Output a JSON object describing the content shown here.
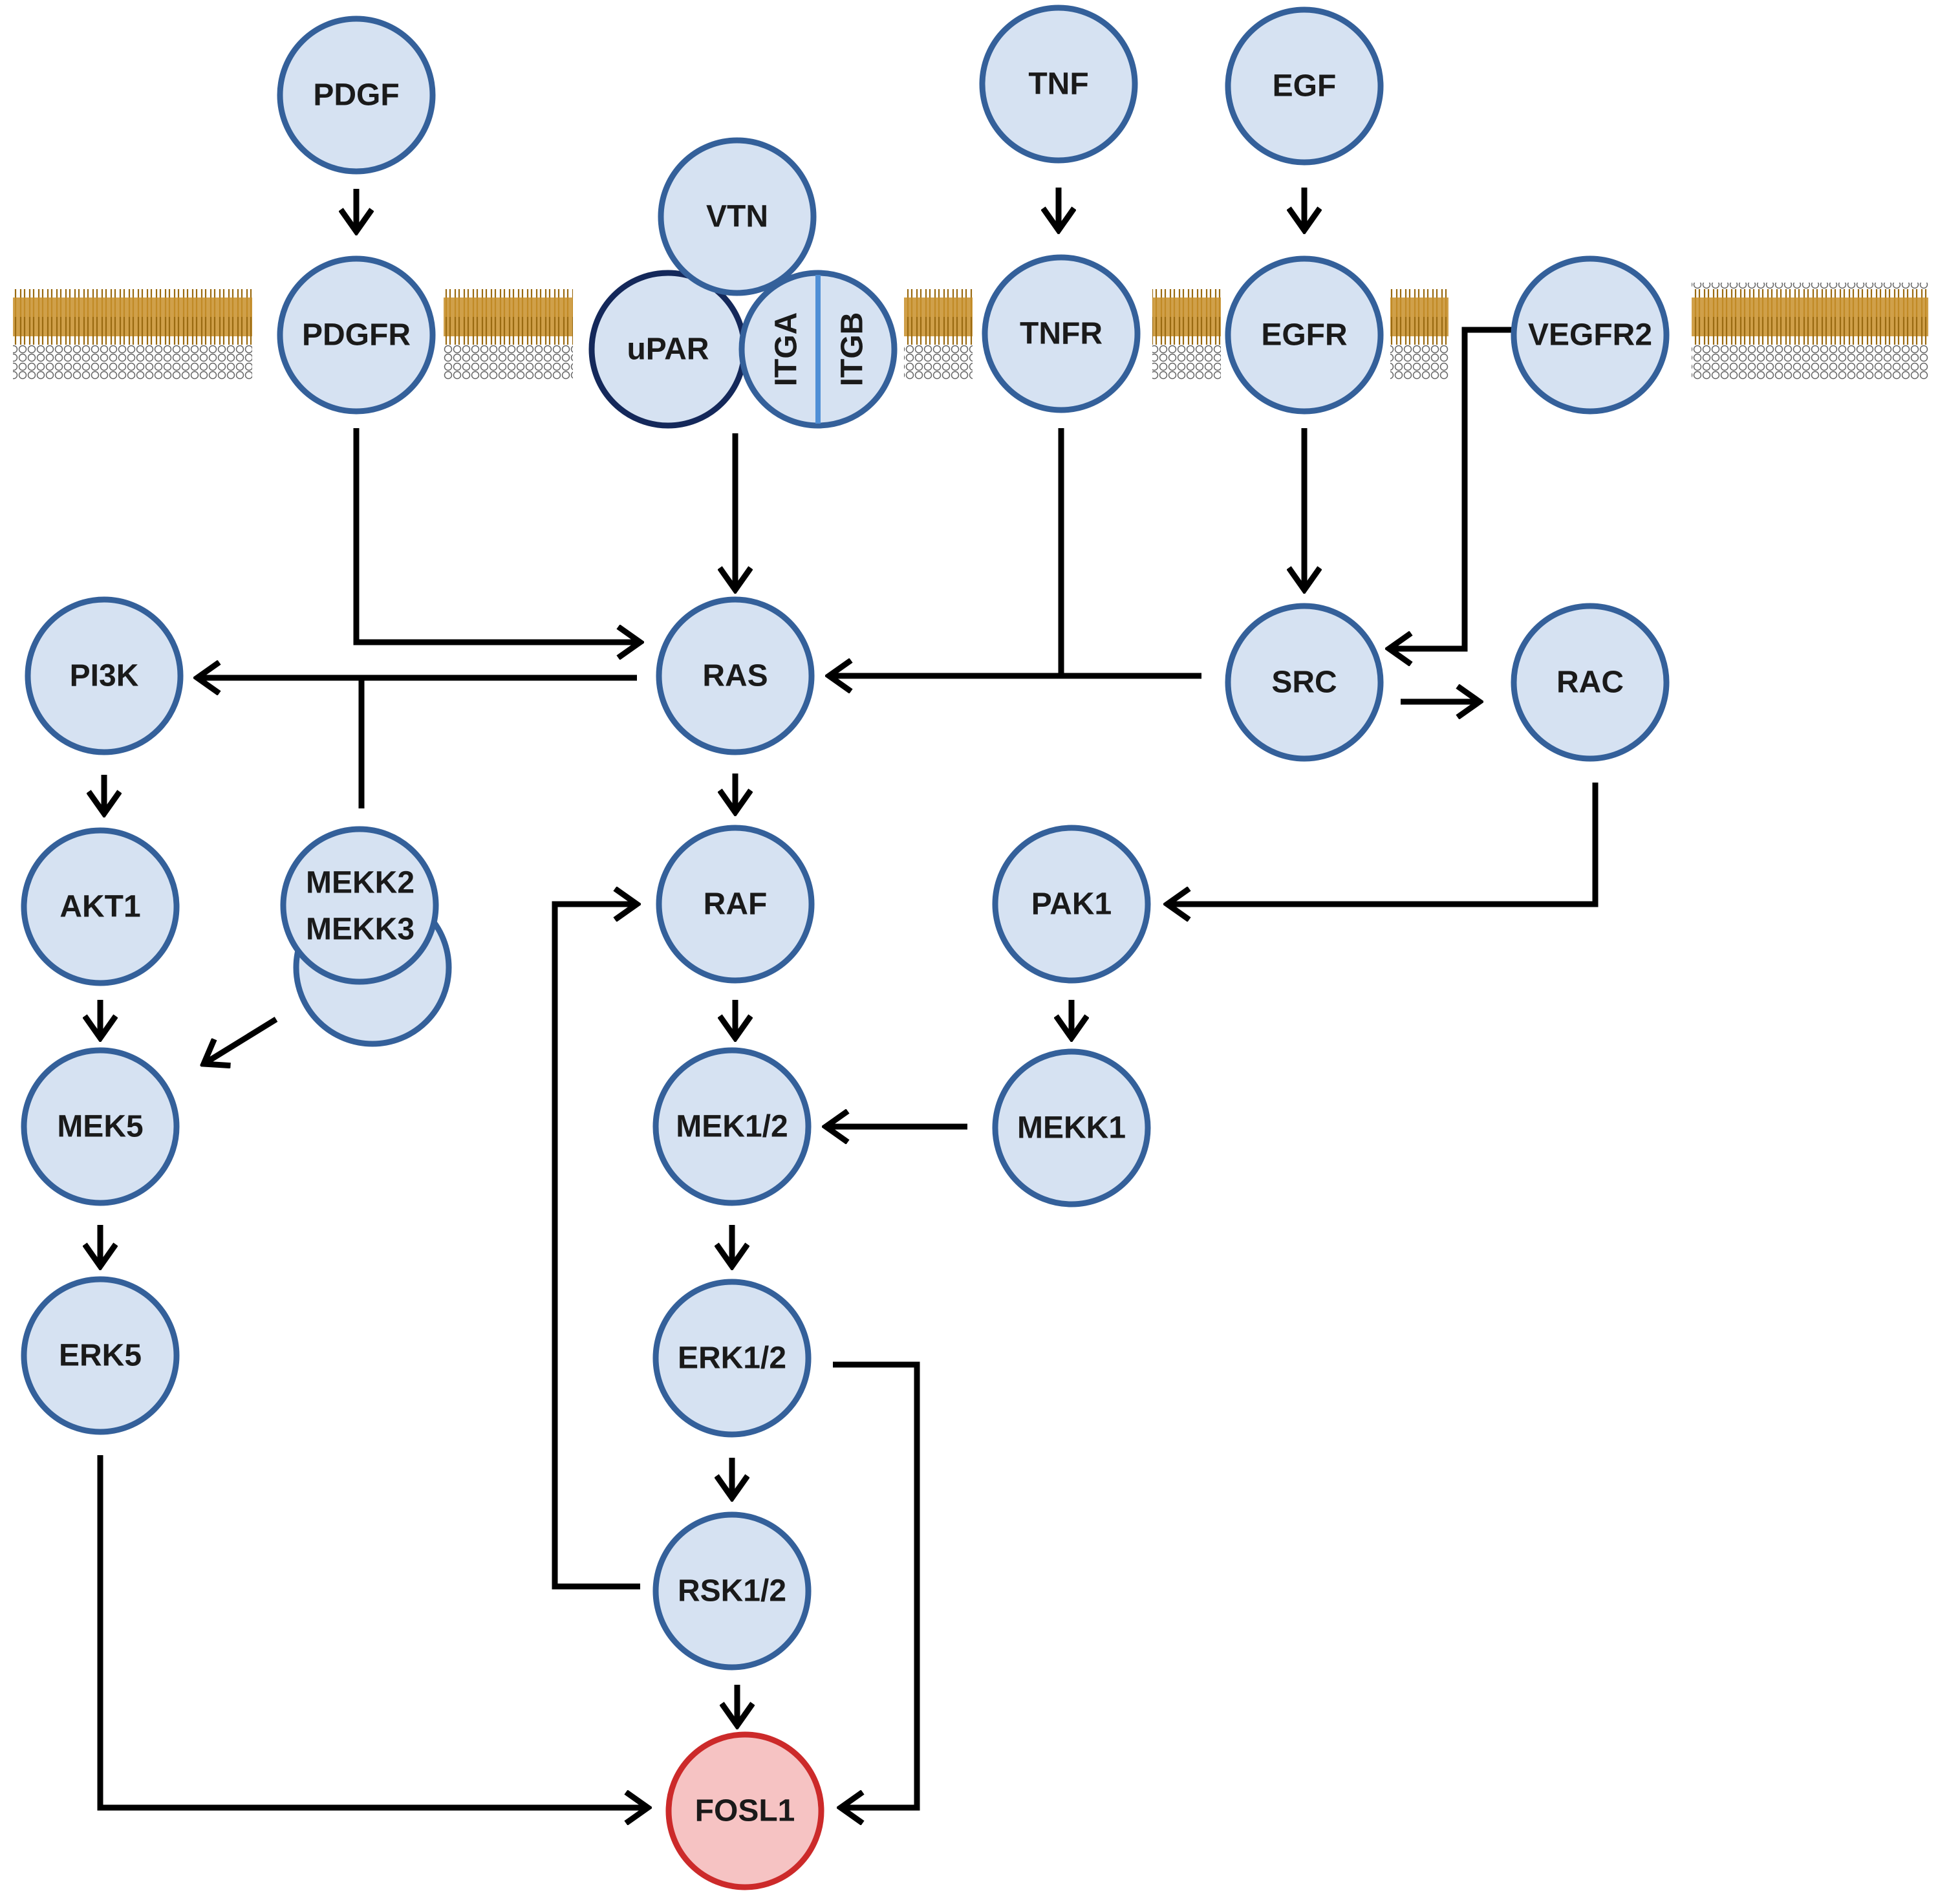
{
  "colors": {
    "node_fill": "#d6e2f2",
    "node_stroke": "#34609a",
    "upar_stroke": "#14285a",
    "fosl1_fill": "#f6c3c3",
    "fosl1_stroke": "#cc2a2a",
    "itg_divider": "#4f8fd6",
    "membrane_head": "#ffffff",
    "membrane_tail": "#c8902a",
    "edge": "#000000"
  },
  "nodes": {
    "pdgf": "PDGF",
    "pdgfr": "PDGFR",
    "vtn": "VTN",
    "upar": "uPAR",
    "itga": "ITGA",
    "itgb": "ITGB",
    "tnf": "TNF",
    "tnfr": "TNFR",
    "egf": "EGF",
    "egfr": "EGFR",
    "vegfr2": "VEGFR2",
    "pi3k": "PI3K",
    "ras": "RAS",
    "src": "SRC",
    "rac": "RAC",
    "akt1": "AKT1",
    "mekk2": "MEKK2",
    "mekk3": "MEKK3",
    "raf": "RAF",
    "pak1": "PAK1",
    "mek5": "MEK5",
    "mek12": "MEK1/2",
    "mekk1": "MEKK1",
    "erk5": "ERK5",
    "erk12": "ERK1/2",
    "rsk12": "RSK1/2",
    "fosl1": "FOSL1"
  }
}
